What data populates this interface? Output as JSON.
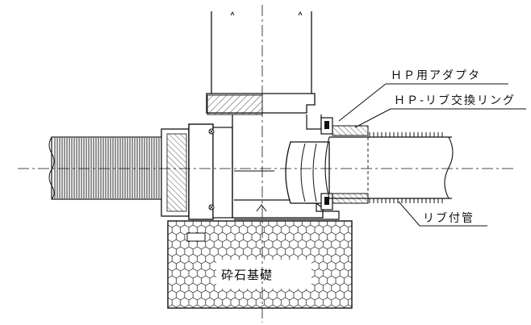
{
  "labels": {
    "hp_adapter": "ＨＰ用アダプタ",
    "hp_rib_ring": "ＨＰ-リブ交換リング",
    "ribbed_pipe": "リブ付管",
    "gravel_base": "砕石基礎"
  },
  "colors": {
    "line": "#111111",
    "background": "#ffffff"
  }
}
